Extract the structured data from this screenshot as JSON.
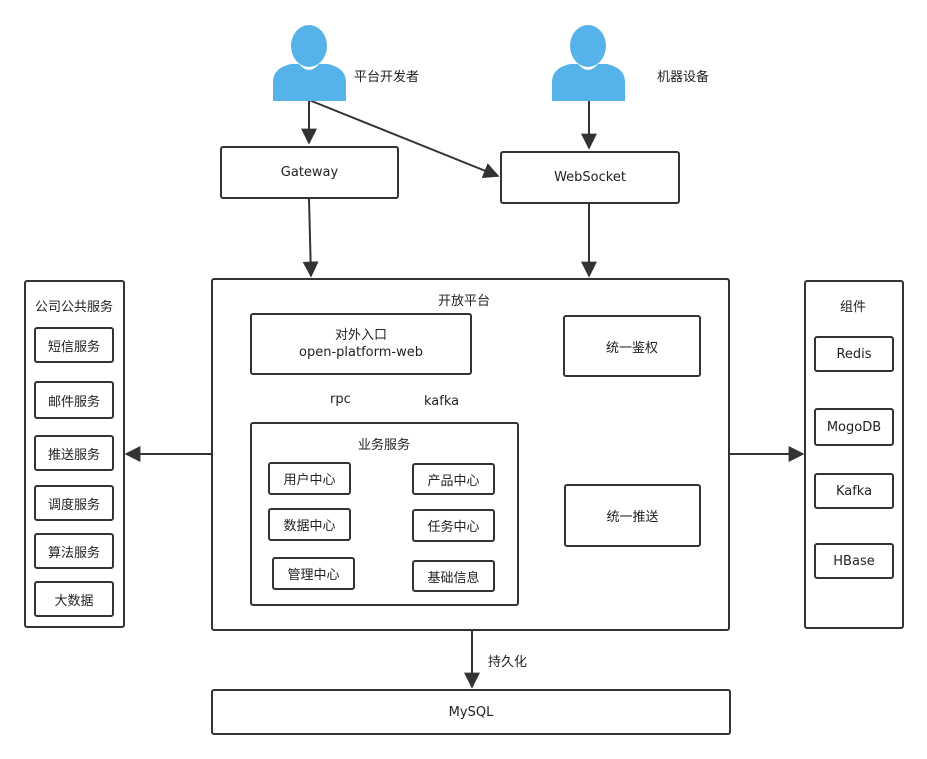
{
  "actors": {
    "developer": "平台开发者",
    "device": "机器设备"
  },
  "top": {
    "gateway": "Gateway",
    "websocket": "WebSocket"
  },
  "left_panel": {
    "title": "公司公共服务",
    "items": [
      "短信服务",
      "邮件服务",
      "推送服务",
      "调度服务",
      "算法服务",
      "大数据"
    ]
  },
  "platform": {
    "title": "开放平台",
    "entry_line1": "对外入口",
    "entry_line2": "open-platform-web",
    "auth": "统一鉴权",
    "rpc": "rpc",
    "kafka": "kafka",
    "business": {
      "title": "业务服务",
      "items": [
        "用户中心",
        "产品中心",
        "数据中心",
        "任务中心",
        "管理中心",
        "基础信息"
      ]
    },
    "push": "统一推送"
  },
  "right_panel": {
    "title": "组件",
    "items": [
      "Redis",
      "MogoDB",
      "Kafka",
      "HBase"
    ]
  },
  "persist_label": "持久化",
  "db": "MySQL"
}
